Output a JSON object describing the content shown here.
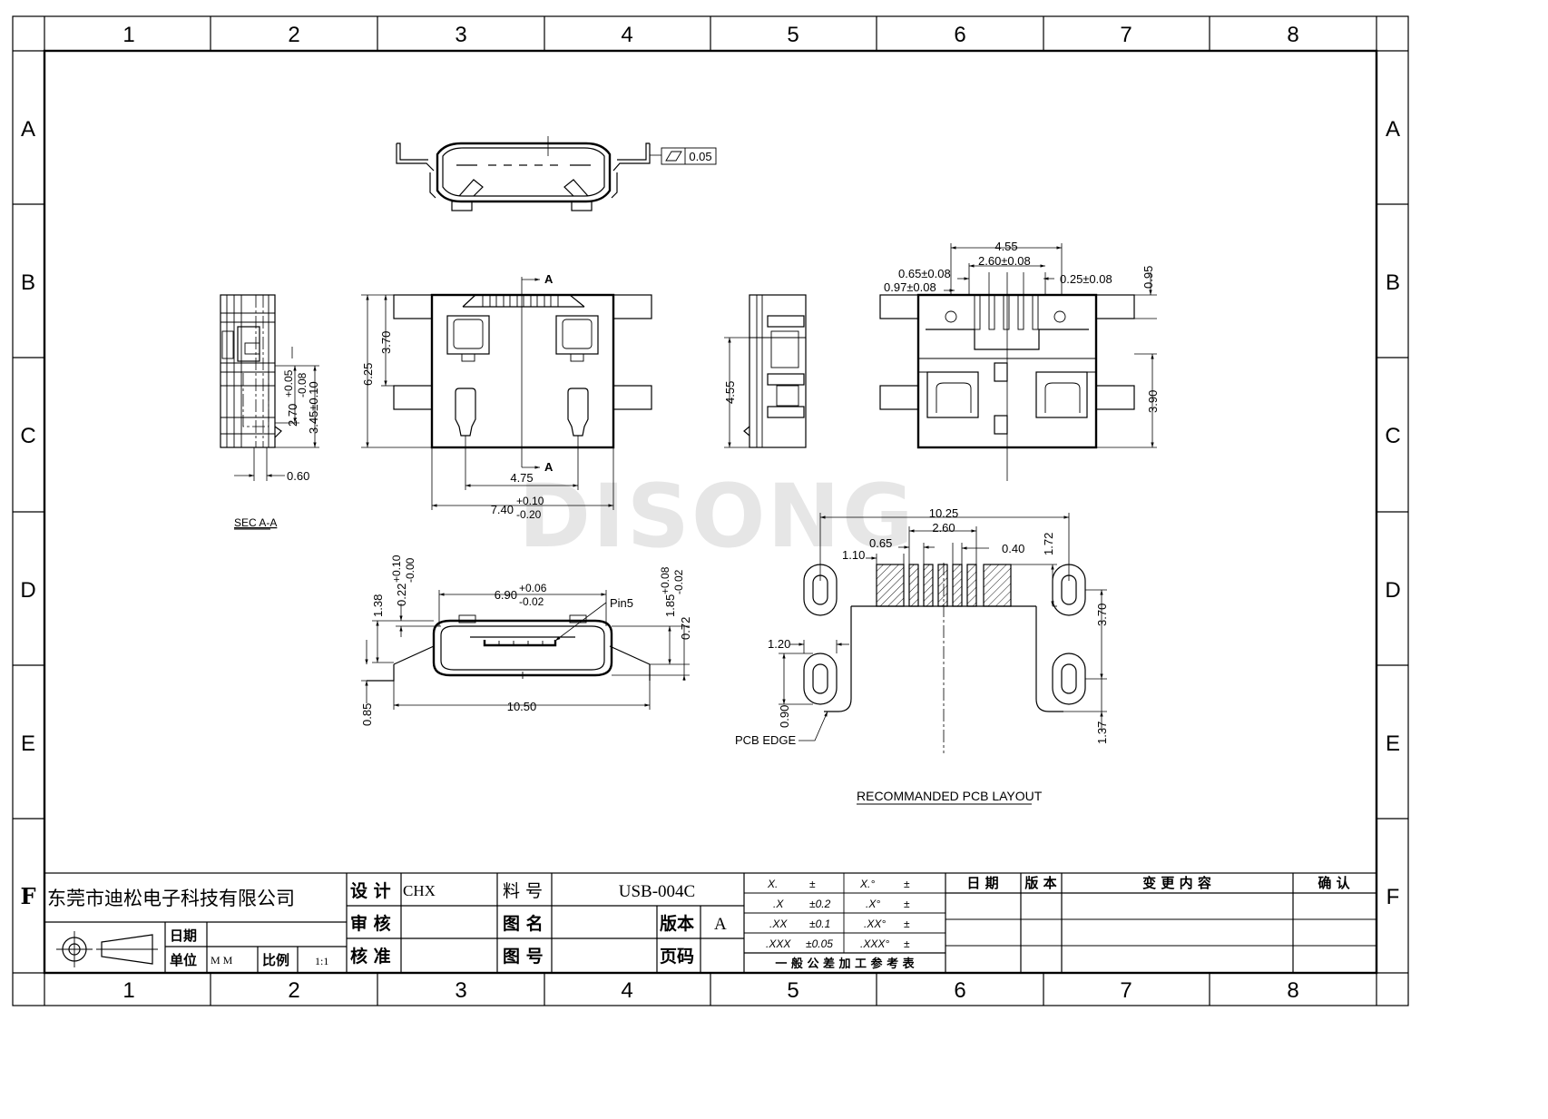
{
  "frame": {
    "columns": [
      "1",
      "2",
      "3",
      "4",
      "5",
      "6",
      "7",
      "8"
    ],
    "rows": [
      "A",
      "B",
      "C",
      "D",
      "E",
      "F"
    ]
  },
  "watermark": "DISONG",
  "views": {
    "flatness_tolerance": "0.05",
    "section_label": "SEC A-A",
    "section_marker": "A",
    "pcb_layout_title": "RECOMMANDED PCB LAYOUT",
    "pcb_edge_label": "PCB EDGE",
    "pin5_label": "Pin5"
  },
  "dimensions": {
    "sec_060": "0.60",
    "sec_270": "2.70",
    "sec_270_tol_up": "+0.05",
    "sec_270_tol_dn": "-0.08",
    "sec_345": "3.45±0.10",
    "top_625": "6.25",
    "top_370": "3.70",
    "top_475": "4.75",
    "top_740": "7.40",
    "top_740_tol_up": "+0.10",
    "top_740_tol_dn": "-0.20",
    "side_455": "4.55",
    "bot_455": "4.55",
    "bot_260": "2.60±0.08",
    "bot_065": "0.65±0.08",
    "bot_097": "0.97±0.08",
    "bot_025": "0.25±0.08",
    "bot_095": "0.95",
    "bot_390": "3.90",
    "front_138": "1.38",
    "front_022": "0.22",
    "front_022_tol_up": "+0.10",
    "front_022_tol_dn": "-0.00",
    "front_690": "6.90",
    "front_690_tol_up": "+0.06",
    "front_690_tol_dn": "-0.02",
    "front_185": "1.85",
    "front_185_tol_up": "+0.08",
    "front_185_tol_dn": "-0.02",
    "front_072": "0.72",
    "front_085": "0.85",
    "front_1050": "10.50",
    "pcb_1025": "10.25",
    "pcb_260": "2.60",
    "pcb_065": "0.65",
    "pcb_110": "1.10",
    "pcb_040": "0.40",
    "pcb_172": "1.72",
    "pcb_370": "3.70",
    "pcb_120": "1.20",
    "pcb_090": "0.90",
    "pcb_137": "1.37"
  },
  "title_block": {
    "company": "东莞市迪松电子科技有限公司",
    "design_label": "设 计",
    "design_value": "CHX",
    "review_label": "审 核",
    "approve_label": "核 准",
    "part_no_label": "料 号",
    "part_no_value": "USB-004C",
    "drawing_name_label": "图 名",
    "drawing_no_label": "图 号",
    "version_label": "版本",
    "version_value": "A",
    "page_label": "页码",
    "date_label": "日期",
    "unit_label": "单位",
    "unit_value": "M M",
    "scale_label": "比例",
    "scale_value": "1:1"
  },
  "tolerance_table": {
    "title": "一 般 公 差 加 工 参 考 表",
    "rows": [
      {
        "a": "X.",
        "b": "±",
        "c": "X.°",
        "d": "±"
      },
      {
        "a": ".X",
        "b": "±0.2",
        "c": ".X°",
        "d": "±"
      },
      {
        "a": ".XX",
        "b": "±0.1",
        "c": ".XX°",
        "d": "±"
      },
      {
        "a": ".XXX",
        "b": "±0.05",
        "c": ".XXX°",
        "d": "±"
      }
    ]
  },
  "revision_table": {
    "headers": [
      "日 期",
      "版 本",
      "变 更 内 容",
      "确 认"
    ]
  }
}
